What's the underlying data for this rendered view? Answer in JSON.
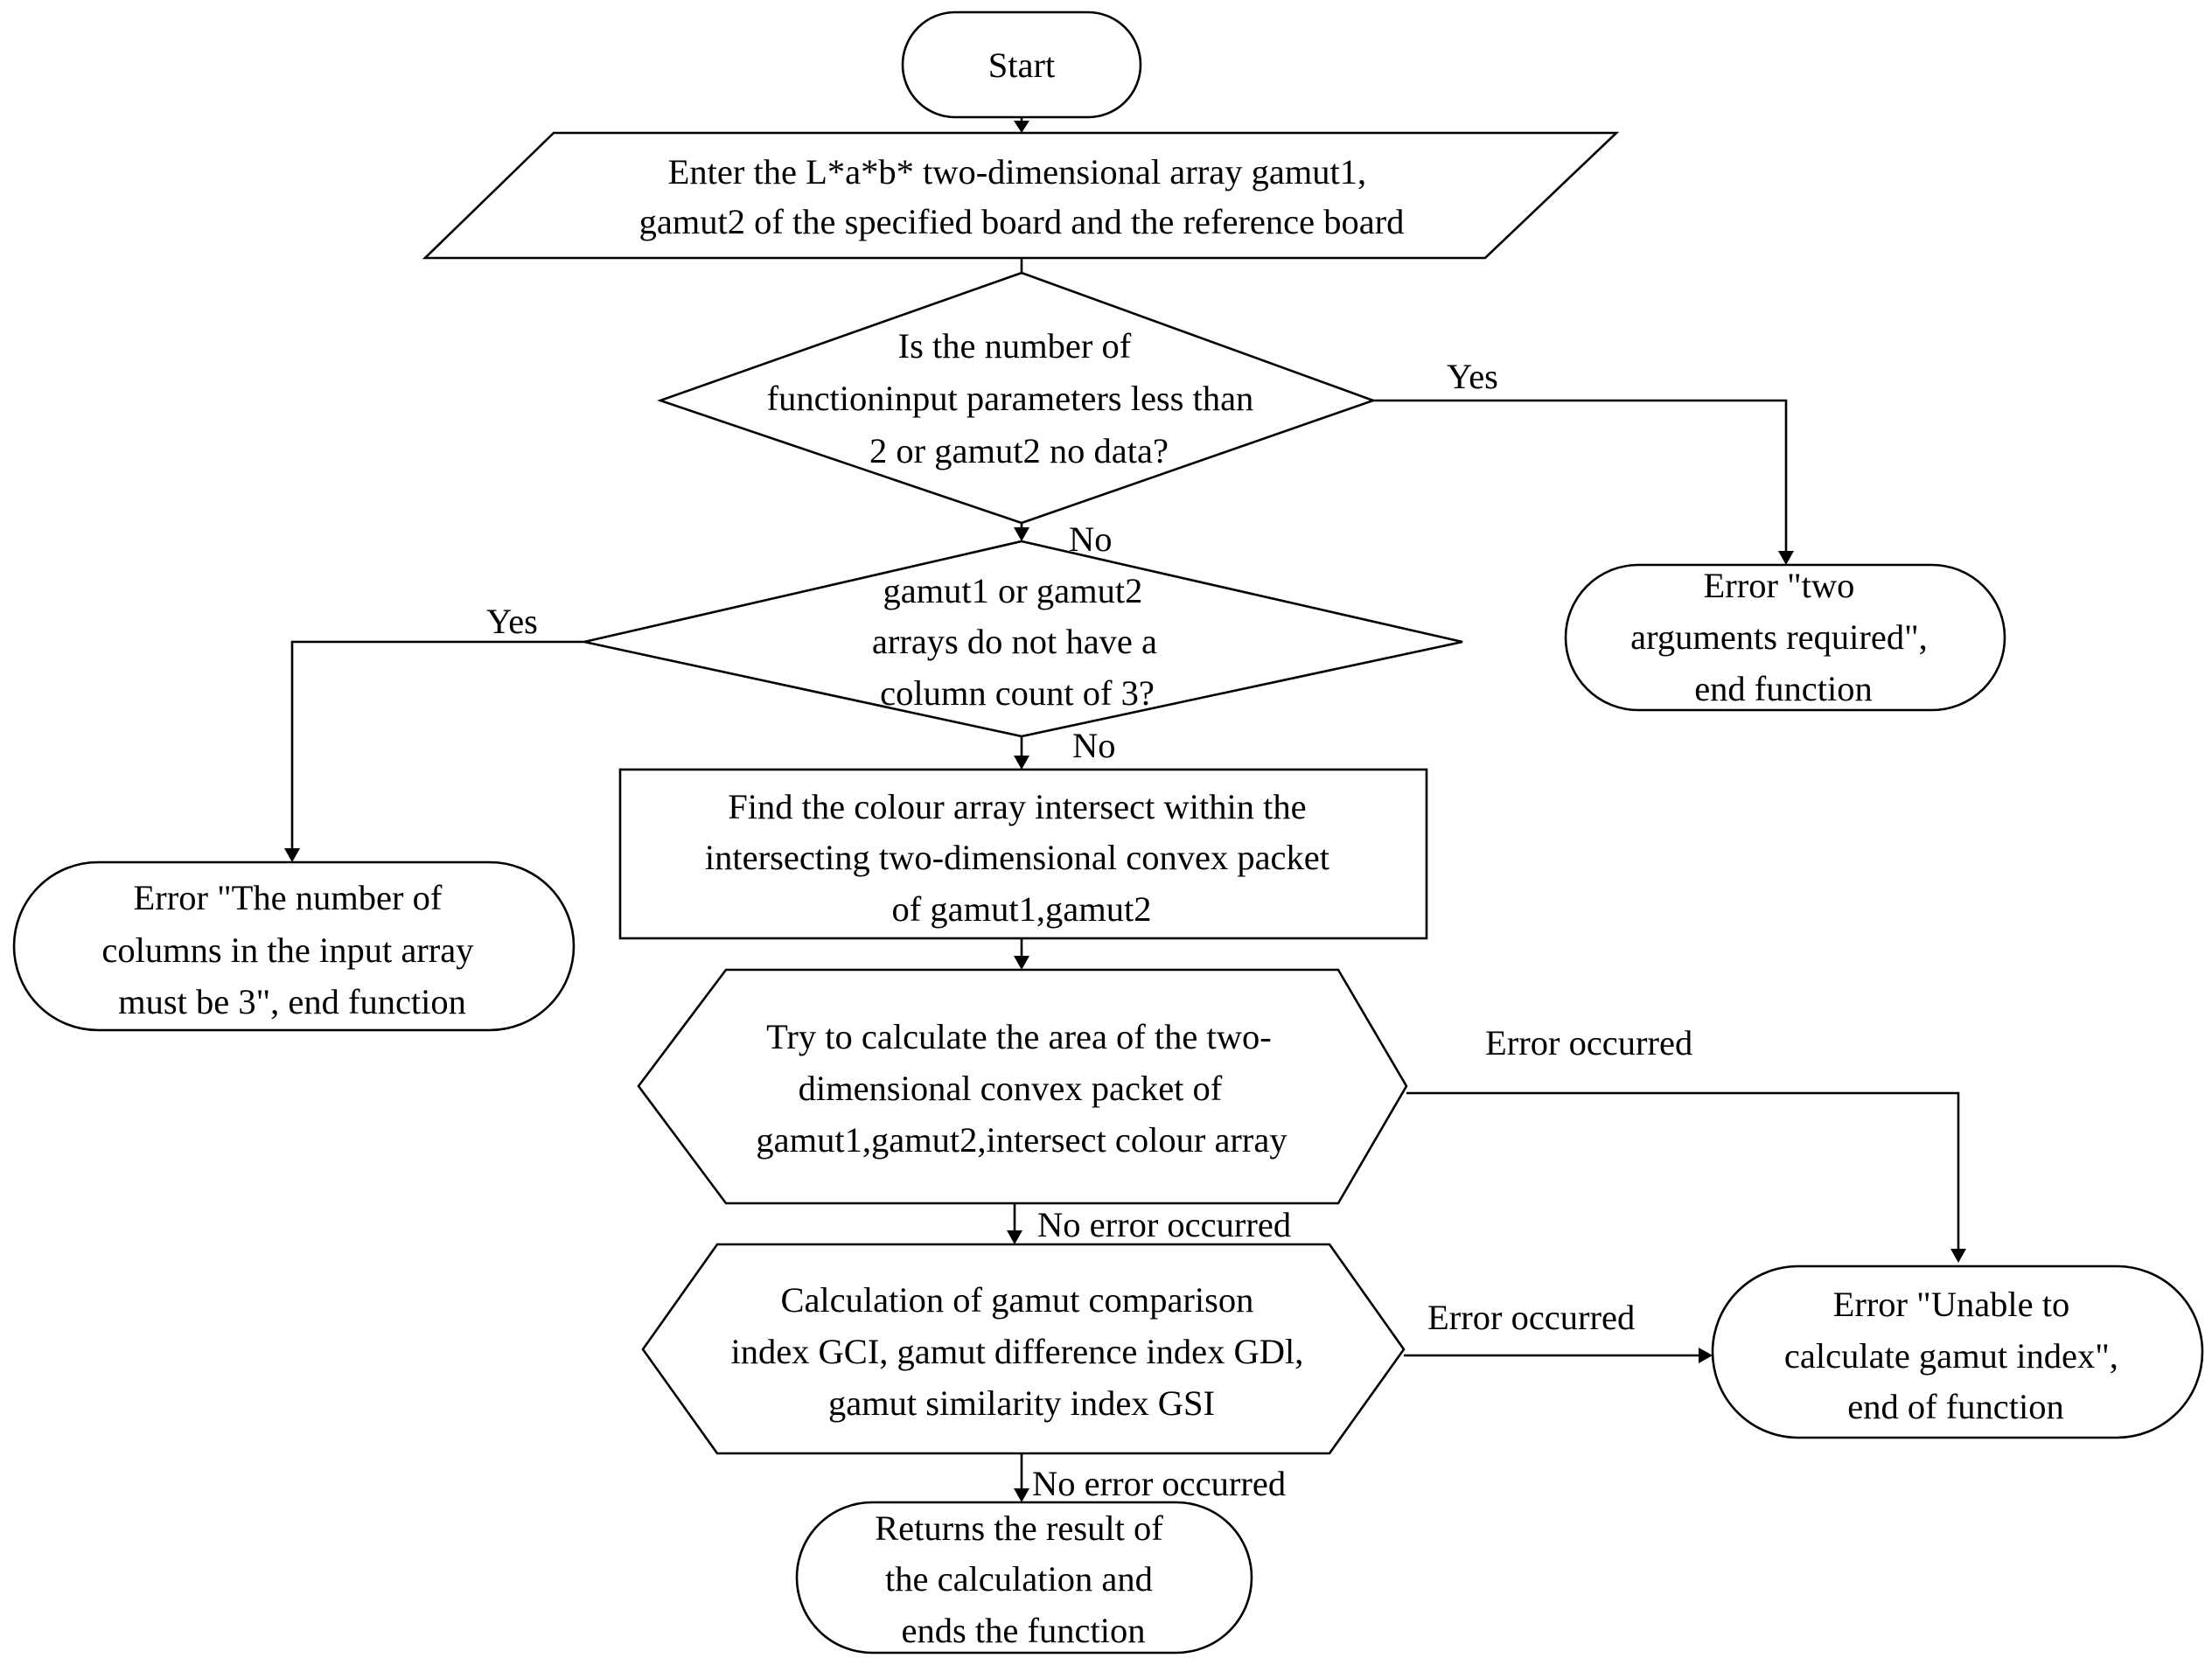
{
  "nodes": {
    "start": {
      "lines": [
        "Start"
      ]
    },
    "input": {
      "lines": [
        "Enter the L*a*b* two-dimensional array gamut1,",
        "gamut2  of the specified board and the reference board"
      ]
    },
    "decision1": {
      "lines": [
        "Is the number of",
        "functioninput  parameters less than",
        "2 or gamut2  no data?"
      ]
    },
    "error_two_args": {
      "lines": [
        "Error \"two",
        "arguments required\",",
        "end function"
      ]
    },
    "decision2": {
      "lines": [
        "gamut1  or gamut2",
        "arrays do not have a",
        "column count of 3?"
      ]
    },
    "error_columns": {
      "lines": [
        "Error \"The number of",
        "columns in the input array",
        "must be 3\", end function"
      ]
    },
    "find_intersect": {
      "lines": [
        "Find the colour array intersect within  the",
        "intersecting  two-dimensional  convex packet",
        "of gamut1,gamut2"
      ]
    },
    "try_area": {
      "lines": [
        "Try to calculate  the area of the two-",
        "dimensional  convex packet of",
        "gamut1,gamut2,intersect  colour array"
      ]
    },
    "calc_indices": {
      "lines": [
        "Calculation  of gamut comparison",
        "index GCI, gamut difference index GDl,",
        "gamut similarity  index GSI"
      ]
    },
    "error_gamut_index": {
      "lines": [
        "Error \"Unable to",
        "calculate gamut index\",",
        "end of function"
      ]
    },
    "return_result": {
      "lines": [
        "Returns the result of",
        "the calculation  and",
        "ends the function"
      ]
    }
  },
  "edge_labels": {
    "d1_yes": "Yes",
    "d1_no": "No",
    "d2_yes": "Yes",
    "d2_no": "No",
    "try_error": "Error occurred",
    "try_ok": "No error occurred",
    "calc_error": "Error occurred",
    "calc_ok": "No error occurred"
  }
}
